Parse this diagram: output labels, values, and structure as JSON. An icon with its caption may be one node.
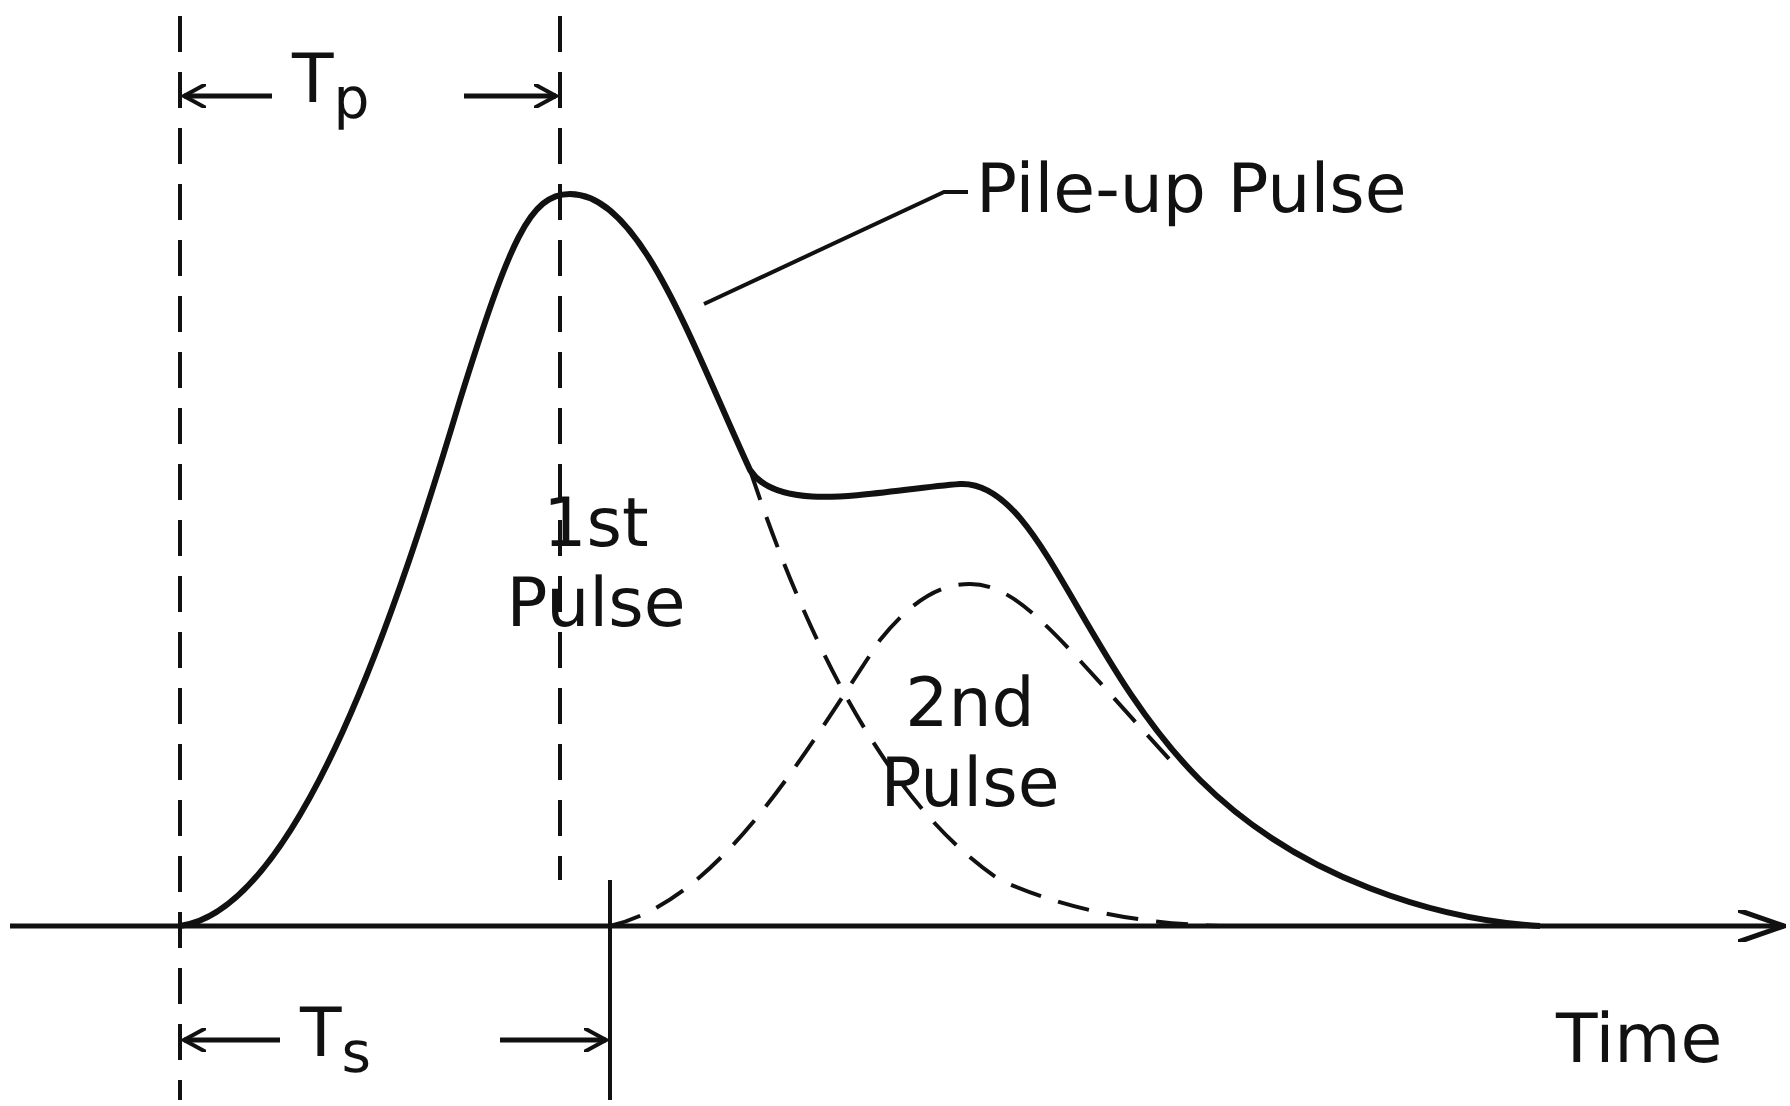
{
  "diagram": {
    "nodes": [
      {
        "text": [
          "Pile-up Pulse"
        ]
      },
      {
        "text": [],
        "shape": "curve"
      }
    ],
    "edges": [
      {
        "from": 0,
        "to": 1,
        "arrow": "none"
      }
    ],
    "labels": [
      "T$_{p}$",
      "1st Pulse",
      "2nd Pulse",
      "T$_{s}$",
      "Time"
    ]
  }
}
